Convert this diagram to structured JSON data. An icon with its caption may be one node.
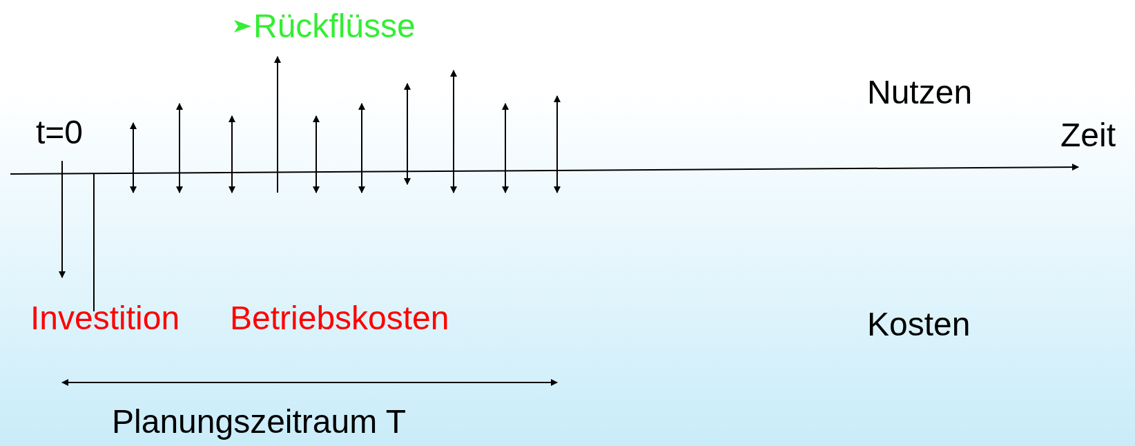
{
  "diagram": {
    "labels": [
      "Rückflüsse",
      "Nutzen",
      "t=0",
      "Zeit",
      "Investition",
      "Betriebskosten",
      "Kosten",
      "Planungszeitraum T"
    ]
  }
}
